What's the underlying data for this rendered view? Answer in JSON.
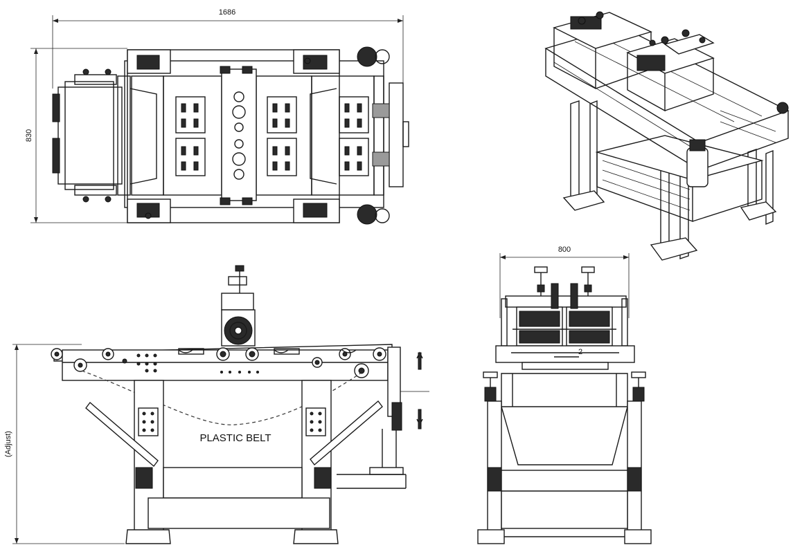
{
  "dimensions": {
    "top_width": "1686",
    "top_depth": "830",
    "end_width": "800",
    "side_height": "(Adjust)",
    "end_part_number": "2"
  },
  "labels": {
    "belt_label": "PLASTIC BELT"
  },
  "views": [
    "top-view",
    "isometric-view",
    "side-view",
    "end-view"
  ],
  "colors": {
    "line": "#1a1a1a",
    "background": "#ffffff"
  }
}
